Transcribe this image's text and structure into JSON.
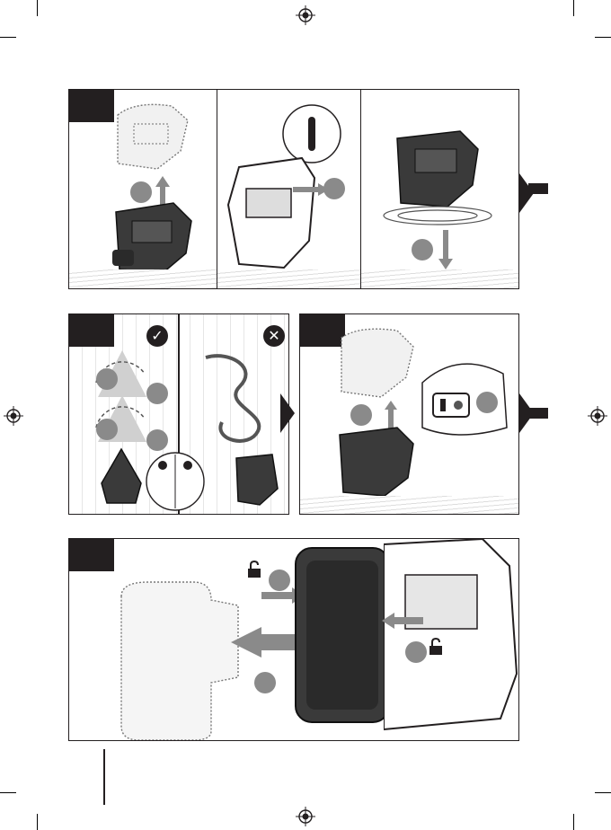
{
  "page": {
    "background": "#ffffff",
    "ink": "#231f20",
    "step_marker_color": "#8a8a8a"
  },
  "fig1": {
    "panels": [
      {
        "name": "battery-insert",
        "steps": 1
      },
      {
        "name": "power-switch-on",
        "steps": 1
      },
      {
        "name": "set-down-on-surface",
        "steps": 1
      }
    ]
  },
  "fig2": {
    "good_mark": "✓",
    "bad_mark": "✕"
  },
  "fig3": {
    "steps": 2
  },
  "fig4": {
    "steps": 3,
    "icons": [
      "unlock-icon",
      "unlock-icon"
    ]
  },
  "icons": {
    "registration": "registration-mark-icon",
    "continue": "continue-arrow-icon"
  }
}
